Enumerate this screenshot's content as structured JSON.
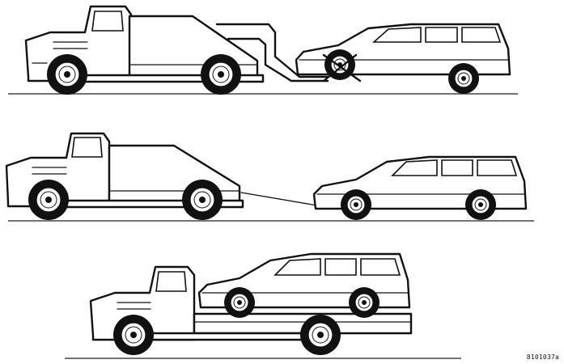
{
  "figure": {
    "code_label": "8101037a",
    "panels": [
      {
        "id": "wheel-lift",
        "description_name": "wheel-lift-towing"
      },
      {
        "id": "tow-cable",
        "description_name": "cable-towing"
      },
      {
        "id": "flatbed",
        "description_name": "flatbed-transport"
      }
    ]
  }
}
